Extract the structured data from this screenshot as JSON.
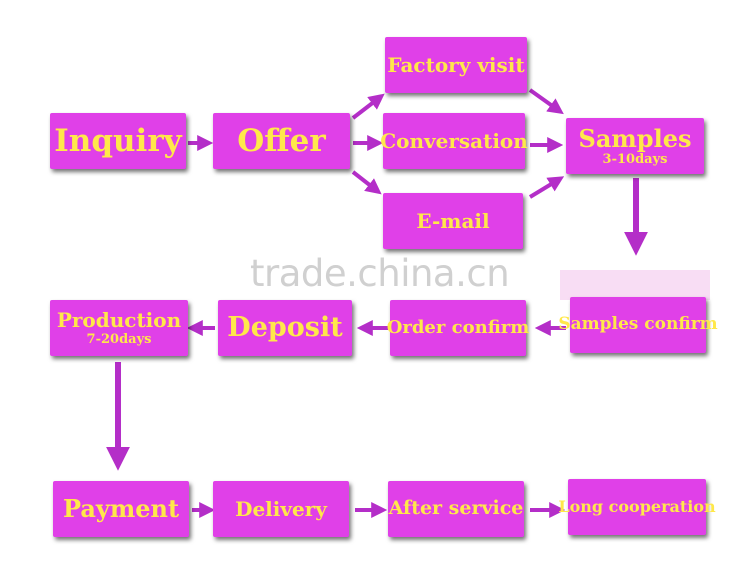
{
  "watermark": "trade.china.cn",
  "colors": {
    "box": "#e040e8",
    "text": "#ffe84a",
    "arrow": "#b42ec8"
  },
  "nodes": {
    "inquiry": {
      "label": "Inquiry"
    },
    "offer": {
      "label": "Offer"
    },
    "factory_visit": {
      "label": "Factory visit"
    },
    "conversation": {
      "label": "Conversation"
    },
    "email": {
      "label": "E-mail"
    },
    "samples": {
      "label": "Samples",
      "sub": "3-10days"
    },
    "samples_confirm": {
      "label": "Samples confirm"
    },
    "order_confirm": {
      "label": "Order confirm"
    },
    "deposit": {
      "label": "Deposit"
    },
    "production": {
      "label": "Production",
      "sub": "7-20days"
    },
    "payment": {
      "label": "Payment"
    },
    "delivery": {
      "label": "Delivery"
    },
    "after_service": {
      "label": "After service"
    },
    "long_cooperation": {
      "label": "Long cooperation"
    }
  }
}
